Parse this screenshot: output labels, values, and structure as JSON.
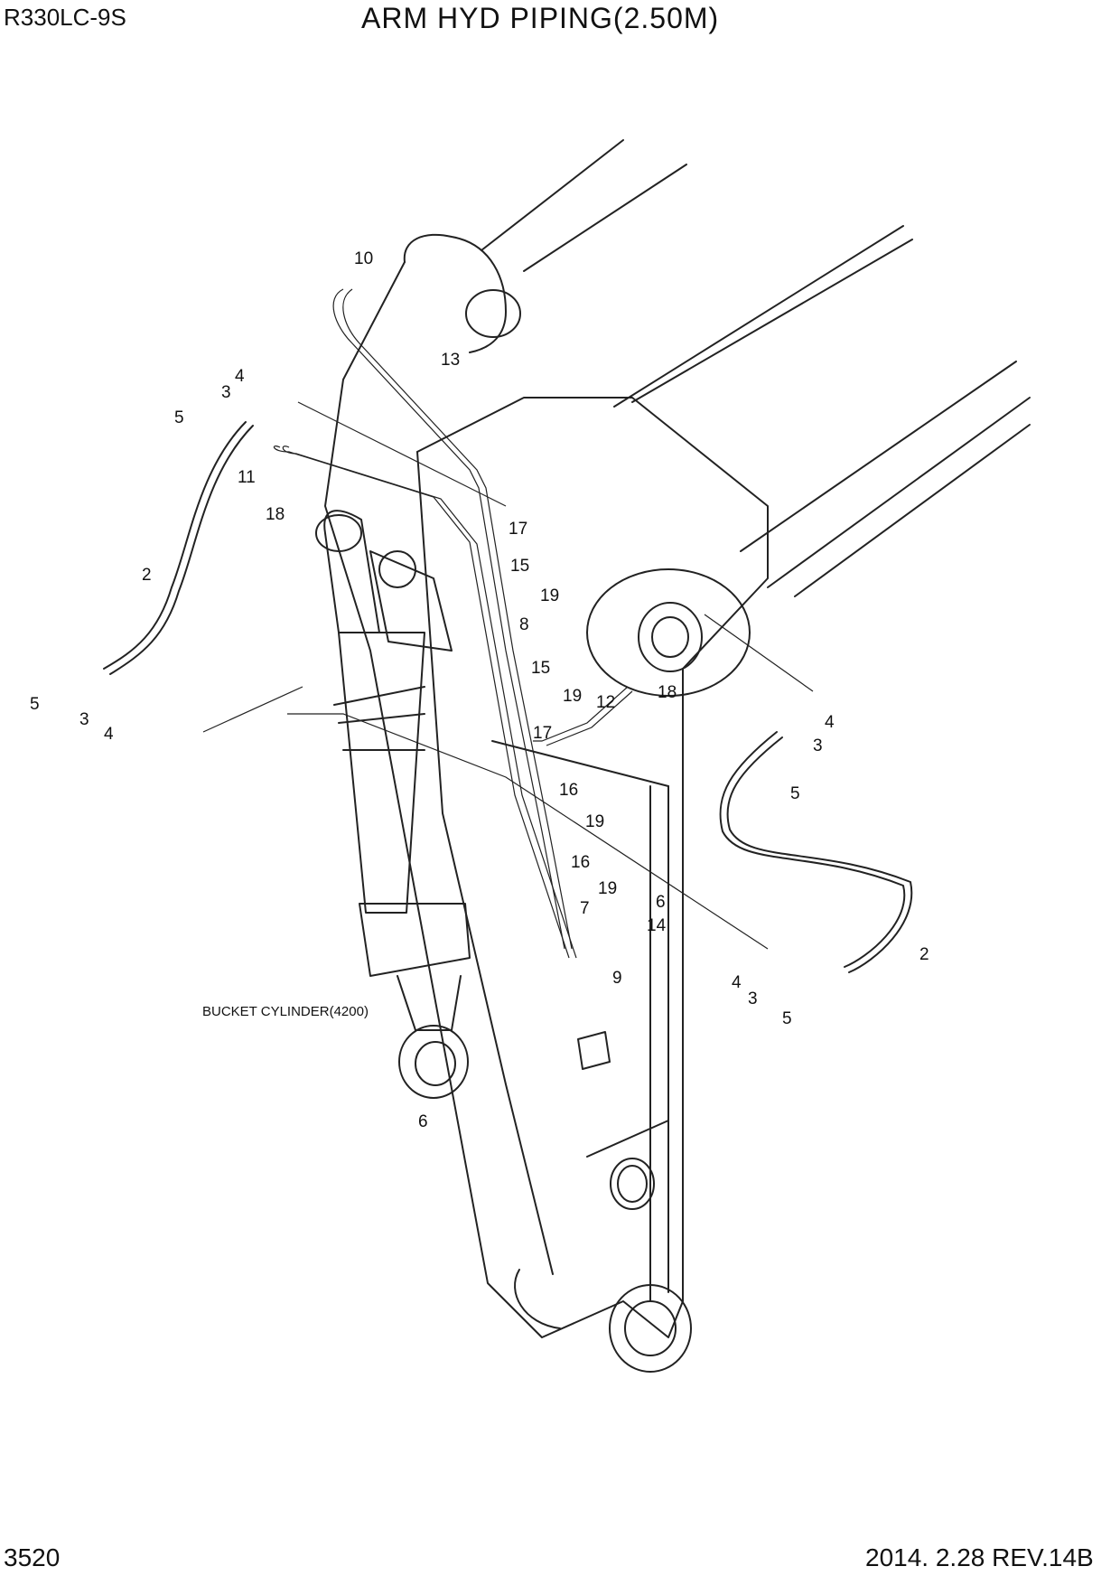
{
  "header": {
    "model": "R330LC-9S",
    "title": "ARM HYD PIPING(2.50M)"
  },
  "footer": {
    "page_number": "3520",
    "date_rev": "2014. 2.28  REV.14B"
  },
  "note": "BUCKET CYLINDER(4200)",
  "callouts": [
    "10",
    "13",
    "4",
    "3",
    "5",
    "11",
    "18",
    "17",
    "15",
    "19",
    "8",
    "2",
    "15",
    "19",
    "5",
    "3",
    "4",
    "12",
    "18",
    "17",
    "16",
    "19",
    "16",
    "19",
    "7",
    "6",
    "14",
    "9",
    "4",
    "3",
    "5",
    "2",
    "4",
    "3",
    "5",
    "6"
  ]
}
